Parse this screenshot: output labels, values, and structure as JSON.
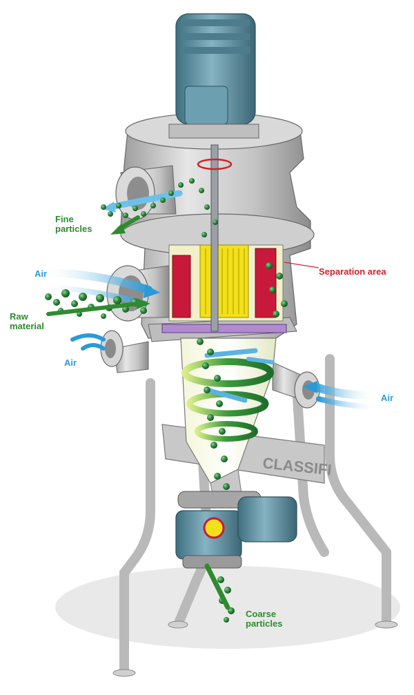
{
  "labels": {
    "fine_particles": "Fine\nparticles",
    "air_upper_left": "Air",
    "raw_material": "Raw\nmaterial",
    "air_lower_left": "Air",
    "separation_area": "Separation area",
    "air_right": "Air",
    "coarse_particles": "Coarse\nparticles",
    "nameplate": "CLASSIFI"
  },
  "colors": {
    "fine_particles": "#2e8b2e",
    "air": "#2a9ad6",
    "separation_area": "#d3202a",
    "steel": "#c9c9c9",
    "motor": "#5f8fa0",
    "rotor": "#f2e01b",
    "seal": "#c8193a",
    "particle": "#2f8a3c"
  }
}
